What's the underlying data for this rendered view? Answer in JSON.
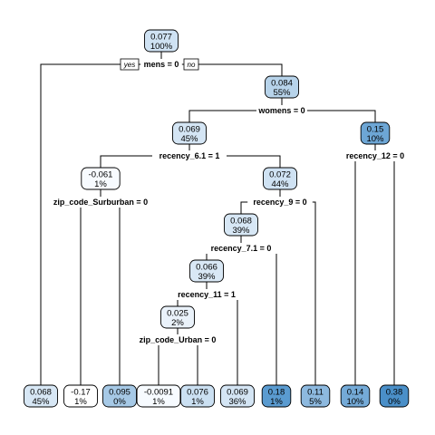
{
  "tree": {
    "branch_labels": {
      "yes": "yes",
      "no": "no"
    },
    "nodes": [
      {
        "id": "root",
        "value": "0.077",
        "pct": "100%",
        "fill": "#cfe2f3"
      },
      {
        "id": "n2",
        "value": "0.084",
        "pct": "55%",
        "fill": "#b7d3ea"
      },
      {
        "id": "n4",
        "value": "0.069",
        "pct": "45%",
        "fill": "#d4e5f4"
      },
      {
        "id": "n5",
        "value": "0.15",
        "pct": "10%",
        "fill": "#6da6d5"
      },
      {
        "id": "n8",
        "value": "-0.061",
        "pct": "1%",
        "fill": "#f7fbff"
      },
      {
        "id": "n9",
        "value": "0.072",
        "pct": "44%",
        "fill": "#cfe2f3"
      },
      {
        "id": "n18",
        "value": "0.068",
        "pct": "39%",
        "fill": "#d7e7f5"
      },
      {
        "id": "n36",
        "value": "0.066",
        "pct": "39%",
        "fill": "#d9e8f5"
      },
      {
        "id": "n72",
        "value": "0.025",
        "pct": "2%",
        "fill": "#eaf2fa"
      },
      {
        "id": "l1",
        "value": "0.068",
        "pct": "45%",
        "fill": "#d7e7f5"
      },
      {
        "id": "l2",
        "value": "-0.17",
        "pct": "1%",
        "fill": "#ffffff"
      },
      {
        "id": "l3",
        "value": "0.095",
        "pct": "0%",
        "fill": "#a6c9e6"
      },
      {
        "id": "l4",
        "value": "-0.0091",
        "pct": "1%",
        "fill": "#f7fbff"
      },
      {
        "id": "l5",
        "value": "0.076",
        "pct": "1%",
        "fill": "#cbe0f2"
      },
      {
        "id": "l6",
        "value": "0.069",
        "pct": "36%",
        "fill": "#d4e5f4"
      },
      {
        "id": "l7",
        "value": "0.18",
        "pct": "1%",
        "fill": "#5a9bd0"
      },
      {
        "id": "l8",
        "value": "0.11",
        "pct": "5%",
        "fill": "#8db9df"
      },
      {
        "id": "l9",
        "value": "0.14",
        "pct": "10%",
        "fill": "#74aad7"
      },
      {
        "id": "l10",
        "value": "0.38",
        "pct": "0%",
        "fill": "#4a8fc8"
      }
    ],
    "splits": [
      {
        "id": "s_root",
        "label": "mens = 0"
      },
      {
        "id": "s_n2",
        "label": "womens = 0"
      },
      {
        "id": "s_n4",
        "label": "recency_6.1 = 1"
      },
      {
        "id": "s_n5",
        "label": "recency_12 = 0"
      },
      {
        "id": "s_n8",
        "label": "zip_code_Surburban = 0"
      },
      {
        "id": "s_n9",
        "label": "recency_9 = 0"
      },
      {
        "id": "s_n18",
        "label": "recency_7.1 = 0"
      },
      {
        "id": "s_n36",
        "label": "recency_11 = 1"
      },
      {
        "id": "s_n72",
        "label": "zip_code_Urban = 0"
      }
    ]
  }
}
